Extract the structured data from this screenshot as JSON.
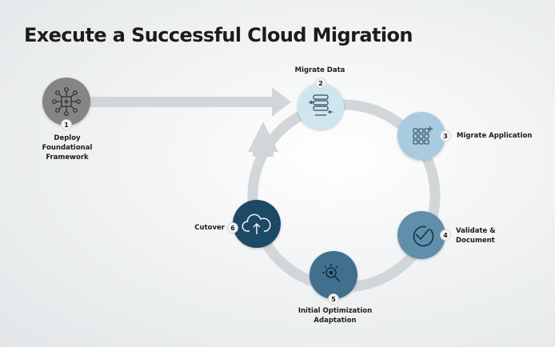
{
  "title": "Execute a Successful Cloud Migration",
  "steps": [
    {
      "number": "1",
      "label_lines": [
        "Deploy",
        "Foundational",
        "Framework"
      ],
      "icon": "network-nodes-icon",
      "color": "#858585"
    },
    {
      "number": "2",
      "label_lines": [
        "Migrate Data"
      ],
      "icon": "database-transfer-icon",
      "color": "#cfe6f1"
    },
    {
      "number": "3",
      "label_lines": [
        "Migrate Application"
      ],
      "icon": "app-grid-icon",
      "color": "#a8cbe0"
    },
    {
      "number": "4",
      "label_lines": [
        "Validate &",
        "Document"
      ],
      "icon": "check-circle-icon",
      "color": "#5e8fab"
    },
    {
      "number": "5",
      "label_lines": [
        "Initial Optimization",
        "Adaptation"
      ],
      "icon": "optimization-search-icon",
      "color": "#3f6f8e"
    },
    {
      "number": "6",
      "label_lines": [
        "Cutover"
      ],
      "icon": "cloud-upload-icon",
      "color": "#1d4a66"
    }
  ]
}
